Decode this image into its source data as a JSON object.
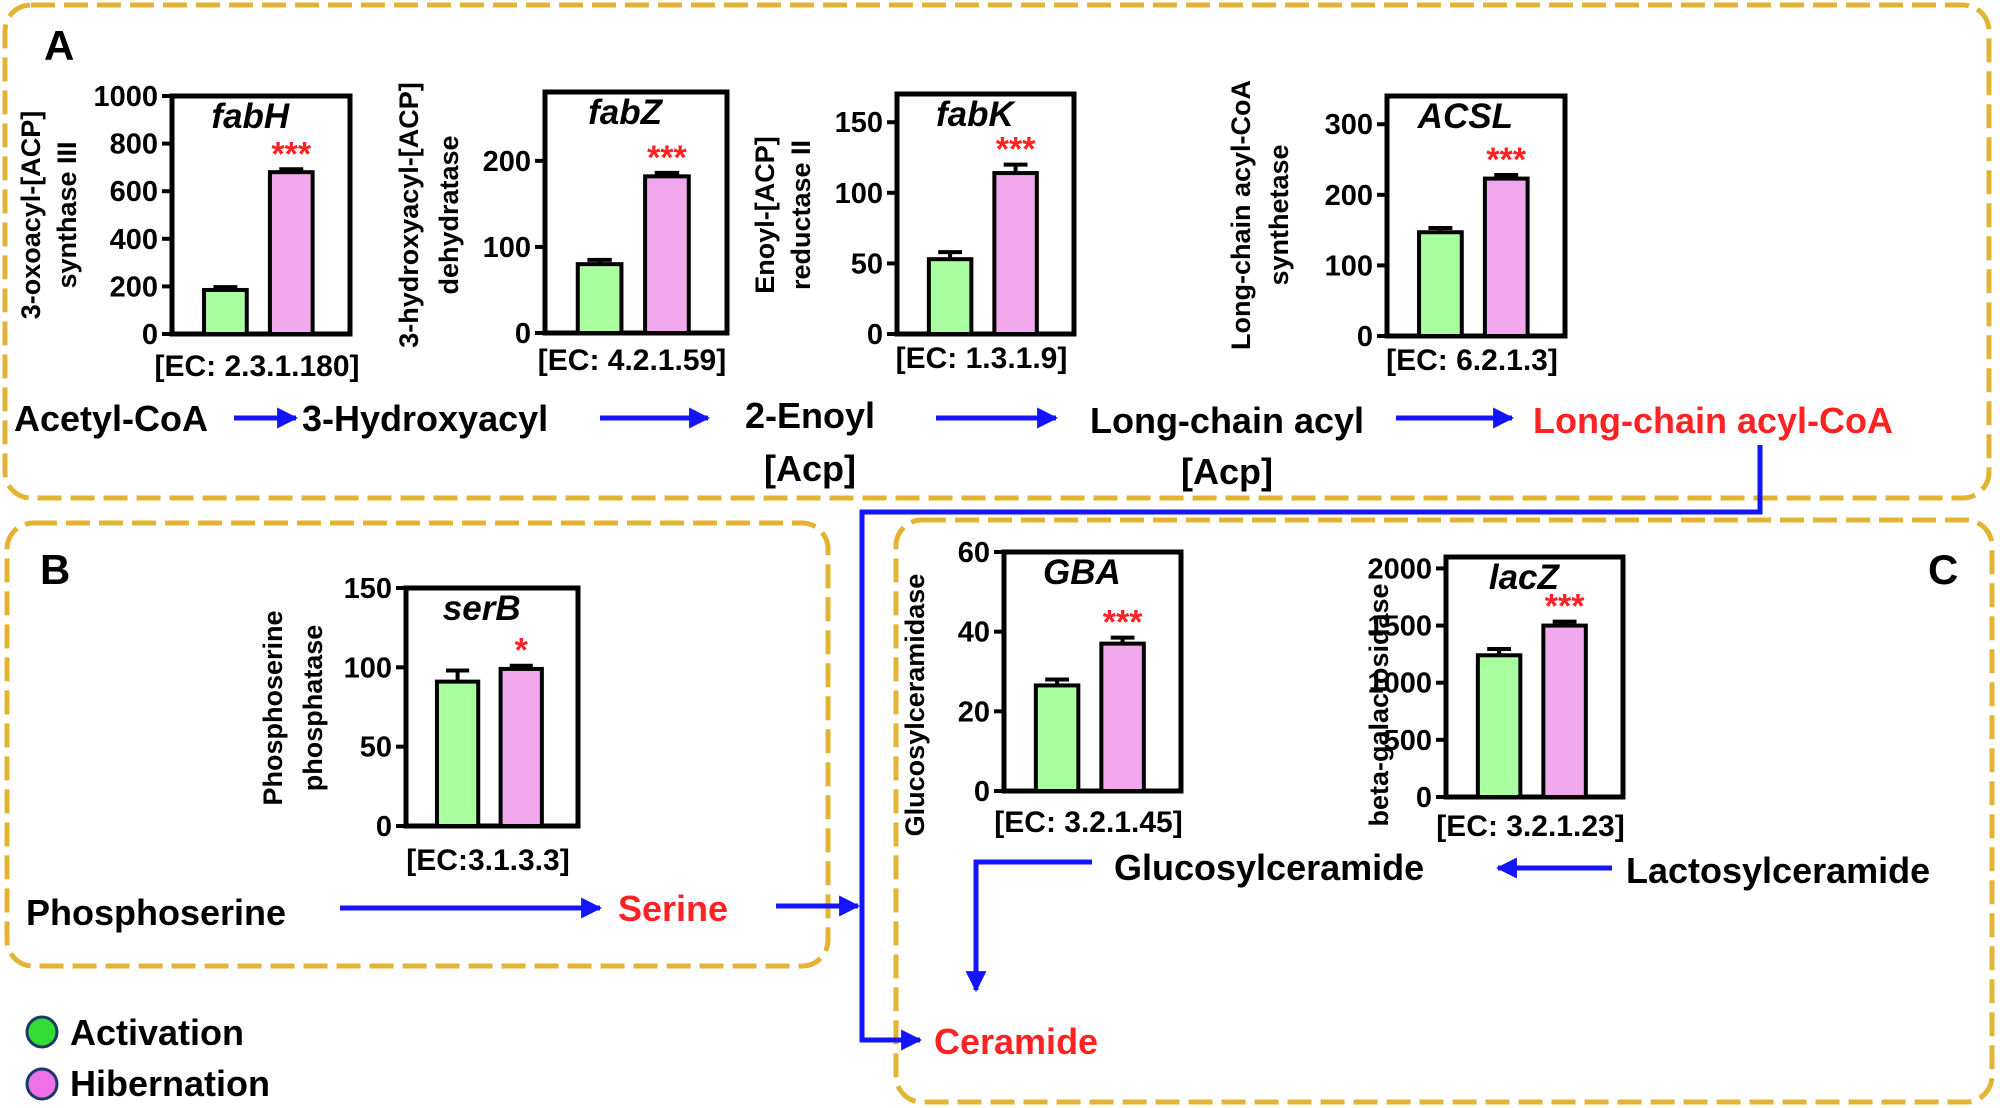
{
  "colors": {
    "panel_border": "#E3B434",
    "arrow": "#1414FF",
    "highlight": "#FF2222",
    "activation": "#AAFFA0",
    "hibernation": "#F2A8EC",
    "text": "#000000"
  },
  "panels": {
    "a": {
      "label": "A"
    },
    "b": {
      "label": "B"
    },
    "c": {
      "label": "C"
    }
  },
  "pathway": {
    "acetyl_coa": "Acetyl-CoA",
    "hydroxyacyl": "3-Hydroxyacyl",
    "enoyl_line1": "2-Enoyl",
    "enoyl_line2": "[Acp]",
    "long_chain_acyl_line1": "Long-chain acyl",
    "long_chain_acyl_line2": "[Acp]",
    "long_chain_acyl_coa": "Long-chain acyl-CoA",
    "phosphoserine": "Phosphoserine",
    "serine": "Serine",
    "glucosylceramide": "Glucosylceramide",
    "lactosylceramide": "Lactosylceramide",
    "ceramide": "Ceramide"
  },
  "legend": {
    "activation": "Activation",
    "hibernation": "Hibernation"
  },
  "chart_data": [
    {
      "id": "fabH",
      "type": "bar",
      "title": "fabH",
      "ylabel": [
        "3-oxoacyl-[ACP]",
        "synthase III"
      ],
      "ec": "[EC: 2.3.1.180]",
      "categories": [
        "Activation",
        "Hibernation"
      ],
      "values": [
        185,
        680
      ],
      "errors": [
        12,
        12
      ],
      "ylim": [
        0,
        1000
      ],
      "yticks": [
        0,
        200,
        400,
        600,
        800,
        1000
      ],
      "significance": "***"
    },
    {
      "id": "fabZ",
      "type": "bar",
      "title": "fabZ",
      "ylabel": [
        "3-hydroxyacyl-[ACP]",
        "dehydratase"
      ],
      "ec": "[EC: 4.2.1.59]",
      "categories": [
        "Activation",
        "Hibernation"
      ],
      "values": [
        80,
        182
      ],
      "errors": [
        5,
        4
      ],
      "ylim": [
        0,
        280
      ],
      "yticks": [
        0,
        100,
        200
      ],
      "significance": "***"
    },
    {
      "id": "fabK",
      "type": "bar",
      "title": "fabK",
      "ylabel": [
        "Enoyl-[ACP]",
        "reductase II"
      ],
      "ec": "[EC: 1.3.1.9]",
      "categories": [
        "Activation",
        "Hibernation"
      ],
      "values": [
        53,
        114
      ],
      "errors": [
        5,
        6
      ],
      "ylim": [
        0,
        170
      ],
      "yticks": [
        0,
        50,
        100,
        150
      ],
      "significance": "***"
    },
    {
      "id": "ACSL",
      "type": "bar",
      "title": "ACSL",
      "ylabel": [
        "Long-chain acyl-CoA",
        "synthetase"
      ],
      "ec": "[EC: 6.2.1.3]",
      "categories": [
        "Activation",
        "Hibernation"
      ],
      "values": [
        147,
        223
      ],
      "errors": [
        6,
        5
      ],
      "ylim": [
        0,
        340
      ],
      "yticks": [
        0,
        100,
        200,
        300
      ],
      "significance": "***"
    },
    {
      "id": "serB",
      "type": "bar",
      "title": "serB",
      "ylabel": [
        "Phosphoserine",
        "phosphatase"
      ],
      "ec": "[EC:3.1.3.3]",
      "categories": [
        "Activation",
        "Hibernation"
      ],
      "values": [
        91,
        99
      ],
      "errors": [
        7,
        2
      ],
      "ylim": [
        0,
        150
      ],
      "yticks": [
        0,
        50,
        100,
        150
      ],
      "significance": "*"
    },
    {
      "id": "GBA",
      "type": "bar",
      "title": "GBA",
      "ylabel": [
        "Glucosylceramidase"
      ],
      "ec": "[EC: 3.2.1.45]",
      "categories": [
        "Activation",
        "Hibernation"
      ],
      "values": [
        26.5,
        37
      ],
      "errors": [
        1.5,
        1.5
      ],
      "ylim": [
        0,
        60
      ],
      "yticks": [
        0,
        20,
        40,
        60
      ],
      "significance": "***"
    },
    {
      "id": "lacZ",
      "type": "bar",
      "title": "lacZ",
      "ylabel": [
        "beta-galactosidase"
      ],
      "ec": "[EC: 3.2.1.23]",
      "categories": [
        "Activation",
        "Hibernation"
      ],
      "values": [
        1240,
        1500
      ],
      "errors": [
        55,
        35
      ],
      "ylim": [
        0,
        2100
      ],
      "yticks": [
        0,
        500,
        1000,
        1500,
        2000
      ],
      "significance": "***"
    }
  ]
}
